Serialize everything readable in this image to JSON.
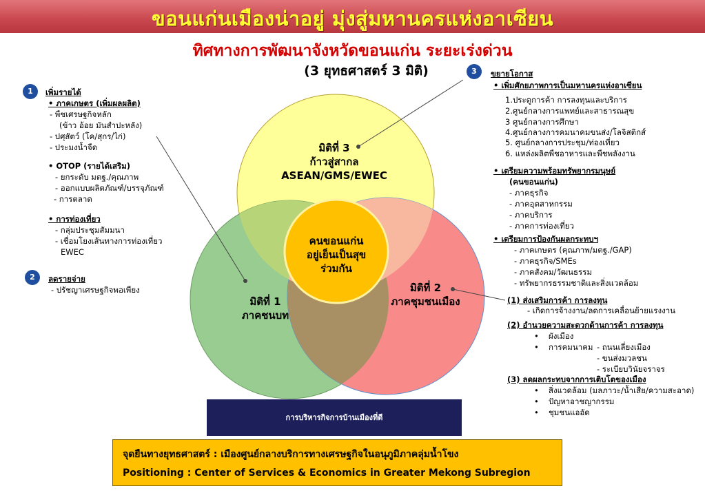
{
  "header": {
    "banner_title": "ขอนแก่นเมืองน่าอยู่  มุ่งสู่มหานครแห่งอาเซียน",
    "subtitle": "ทิศทางการพัฒนาจังหวัดขอนแก่น ระยะเร่งด่วน",
    "subtitle2": "(3 ยุทธศาสตร์ 3 มิติ)"
  },
  "colors": {
    "banner": "#c9474e",
    "banner_text": "#ffff33",
    "subtitle_text": "#d40000",
    "circle_yellow": "#ffff99",
    "circle_green": "#98cc90",
    "circle_pink": "#f88a8a",
    "center": "#ffc000",
    "badge": "#1f4e9e",
    "navy_box": "#1c1f5a",
    "gold_box": "#ffc000"
  },
  "venn": {
    "dim3": {
      "line1": "มิติที่ 3",
      "line2": "ก้าวสู่สากล",
      "line3": "ASEAN/GMS/EWEC"
    },
    "dim1": {
      "line1": "มิติที่ 1",
      "line2": "ภาคชนบท"
    },
    "dim2": {
      "line1": "มิติที่ 2",
      "line2": "ภาคชุมชนเมือง"
    },
    "center": {
      "line1": "คนขอนแก่น",
      "line2": "อยู่เย็นเป็นสุข",
      "line3": "ร่วมกัน"
    }
  },
  "left": {
    "s1": {
      "badge": "1",
      "title": "เพิ่มรายได้",
      "agri_title": "• ภาคเกษตร (เพิ่มผลผลิต)",
      "agri_items": [
        "- พืชเศรษฐกิจหลัก",
        "(ข้าว อ้อย มันสำปะหลัง)",
        "- ปศุสัตว์ (โค/สุกร/ไก่)",
        "- ประมงน้ำจืด"
      ],
      "otop_title": "•  OTOP (รายได้เสริม)",
      "otop_items": [
        "- ยกระดับ มตฐ./คุณภาพ",
        "- ออกแบบผลิตภัณฑ์/บรรจุภัณฑ์",
        "- การตลาด"
      ],
      "tour_title": "•   การท่องเที่ยว",
      "tour_items": [
        "- กลุ่มประชุมสัมมนา",
        "- เชื่อมโยงเส้นทางการท่องเที่ยว",
        "EWEC"
      ]
    },
    "s2": {
      "badge": "2",
      "title": "ลดรายจ่าย",
      "items": [
        "- ปรัชญาเศรษฐกิจพอเพียง"
      ]
    }
  },
  "right": {
    "badge": "3",
    "title": "ขยายโอกาส",
    "b1_title": "•  เพิ่มศักยภาพการเป็นมหานครแห่งอาเซียน",
    "b1_items": [
      "1.ประตูการค้า การลงทุนและบริการ",
      "2.ศูนย์กลางการแพทย์และสาธารณสุข",
      "3 ศูนย์กลางการศึกษา",
      "4.ศูนย์กลางการคมนาคมขนส่ง/โลจิสติกส์",
      "5. ศูนย์กลางการประชุม/ท่องเที่ยว",
      "6. แหล่งผลิตพืชอาหารและพืชพลังงาน"
    ],
    "b2_title": "•  เตรียมความพร้อมทรัพยากรมนุษย์",
    "b2_sub": "(คนขอนแก่น)",
    "b2_items": [
      "- ภาคธุรกิจ",
      "- ภาคอุตสาหกรรม",
      "- ภาคบริการ",
      "- ภาคการท่องเที่ยว"
    ],
    "b3_title": "•  เตรียมการป้องกันผลกระทบฯ",
    "b3_items": [
      "- ภาคเกษตร (คุณภาพ/มตฐ./GAP)",
      "- ภาคธุรกิจ/SMEs",
      "- ภาคสังคม/วัฒนธรรม",
      "- ทรัพยากรธรรมชาติและสิ่งแวดล้อม"
    ]
  },
  "urban": {
    "u1_title": "(1) ส่งเสริมการค้า การลงทุน",
    "u1_item": "- เกิดการจ้างงาน/ลดการเคลื่อนย้ายแรงงาน",
    "u2_title": "(2) อำนวยความสะดวกด้านการค้า การลงทุน",
    "u2_items": [
      "•",
      "ผังเมือง",
      "•",
      "การคมนาคม",
      "- ถนนเลี่ยงเมือง",
      "- ขนส่งมวลชน",
      "- ระเบียบวินัยจราจร"
    ],
    "u3_title": "(3) ลดผลกระทบจากการเติบโตของเมือง",
    "u3_items": [
      "สิ่งแวดล้อม (มลภาวะ/น้ำเสีย/ความสะอาด)",
      "ปัญหาอาชญากรรม",
      "ชุมชนแออัด"
    ]
  },
  "navy_box": {
    "label": "การบริหารกิจการบ้านเมืองที่ดี"
  },
  "positioning": {
    "line1": "จุดยืนทางยุทธศาสตร์ : เมืองศูนย์กลางบริการทางเศรษฐกิจในอนุภูมิภาคลุ่มน้ำโขง",
    "line2": "Positioning   : Center of Services & Economics in Greater Mekong Subregion"
  }
}
